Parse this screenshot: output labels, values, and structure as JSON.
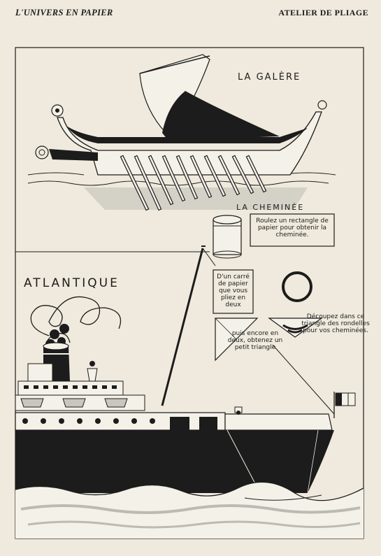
{
  "header": {
    "left": "L'UNIVERS EN PAPIER",
    "right": "ATELIER DE PLIAGE"
  },
  "labels": {
    "galere": "LA GALÈRE",
    "cheminee": "LA CHEMINÉE",
    "atlantique": "ATLANTIQUE"
  },
  "instructions": {
    "cheminee": "Roulez un rectangle de papier pour obtenir la cheminée.",
    "carre": "D'un carré de papier que vous pliez en deux",
    "triangle": "puis encore en deux, obtenez un petit triangle",
    "rondelles": "Découpez dans ce triangle des rondelles pour vos cheminées."
  },
  "colors": {
    "paper": "#efeadd",
    "ink": "#1c1c1c",
    "gray": "#bdbab2"
  }
}
